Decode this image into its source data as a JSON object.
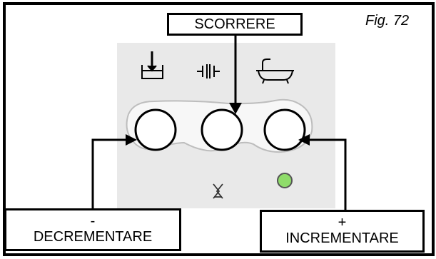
{
  "figure_label": "Fig. 72",
  "labels": {
    "scroll": "SCORRERE",
    "decrement_symbol": "-",
    "decrement": "DECREMENTARE",
    "increment_symbol": "+",
    "increment": "INCREMENTARE"
  },
  "icons": {
    "left": "tank-fill-icon",
    "middle": "valve-icon",
    "right": "bathtub-icon",
    "below_middle": "crossed-out-symbol-icon",
    "indicator": "green-led-indicator"
  },
  "colors": {
    "panel": "#e9e9e9",
    "led": "#8fdc6a",
    "line": "#000000"
  }
}
